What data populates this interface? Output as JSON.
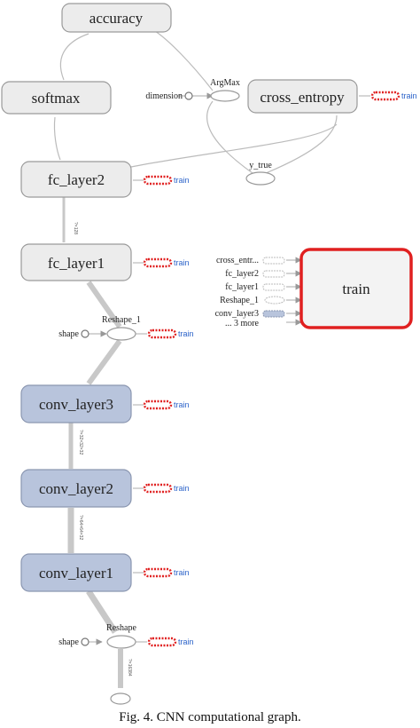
{
  "nodes": {
    "accuracy": "accuracy",
    "softmax": "softmax",
    "cross_entropy": "cross_entropy",
    "fc_layer2": "fc_layer2",
    "fc_layer1": "fc_layer1",
    "conv_layer3": "conv_layer3",
    "conv_layer2": "conv_layer2",
    "conv_layer1": "conv_layer1",
    "train": "train"
  },
  "ops": {
    "argmax": "ArgMax",
    "dimension": "dimension",
    "y_true": "y_true",
    "reshape_1": "Reshape_1",
    "reshape": "Reshape",
    "shape_1": "shape",
    "shape_2": "shape"
  },
  "train_tag": "train",
  "train_inputs": [
    "cross_entr...",
    "fc_layer2",
    "fc_layer1",
    "Reshape_1",
    "conv_layer3",
    "... 3 more"
  ],
  "edge_labels": {
    "fc2_fc1": "?×128",
    "conv3_conv2": "?×32×32×32",
    "conv2_conv1": "?×64×64×32",
    "reshape_out": "?×16384"
  },
  "caption": "Fig. 4. CNN computational graph.",
  "colors": {
    "node_gray": "#ececec",
    "node_blue": "#b8c4dc",
    "train_red": "#e02020",
    "train_link": "#2a62c9"
  }
}
